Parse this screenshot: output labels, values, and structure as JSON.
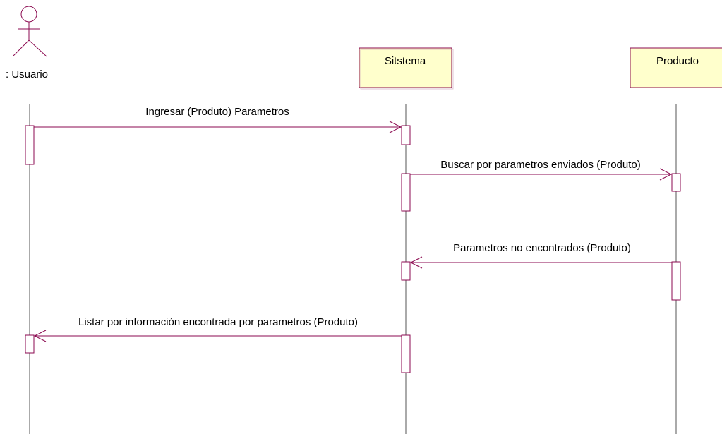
{
  "participants": {
    "actor": {
      "name": ": Usuario"
    },
    "system": {
      "name": "Sitstema"
    },
    "product": {
      "name": "Producto"
    }
  },
  "messages": [
    {
      "text": "Ingresar (Produto) Parametros",
      "from": ": Usuario",
      "to": "Sitstema"
    },
    {
      "text": "Buscar por parametros enviados (Produto)",
      "from": "Sitstema",
      "to": "Producto"
    },
    {
      "text": "Parametros no encontrados  (Produto)",
      "from": "Producto",
      "to": "Sitstema"
    },
    {
      "text": "Listar por información encontrada por parametros (Produto)",
      "from": "Sitstema",
      "to": ": Usuario"
    }
  ],
  "colors": {
    "line": "#8b0a50",
    "box_fill": "#ffffcc",
    "lifeline": "#444444"
  }
}
